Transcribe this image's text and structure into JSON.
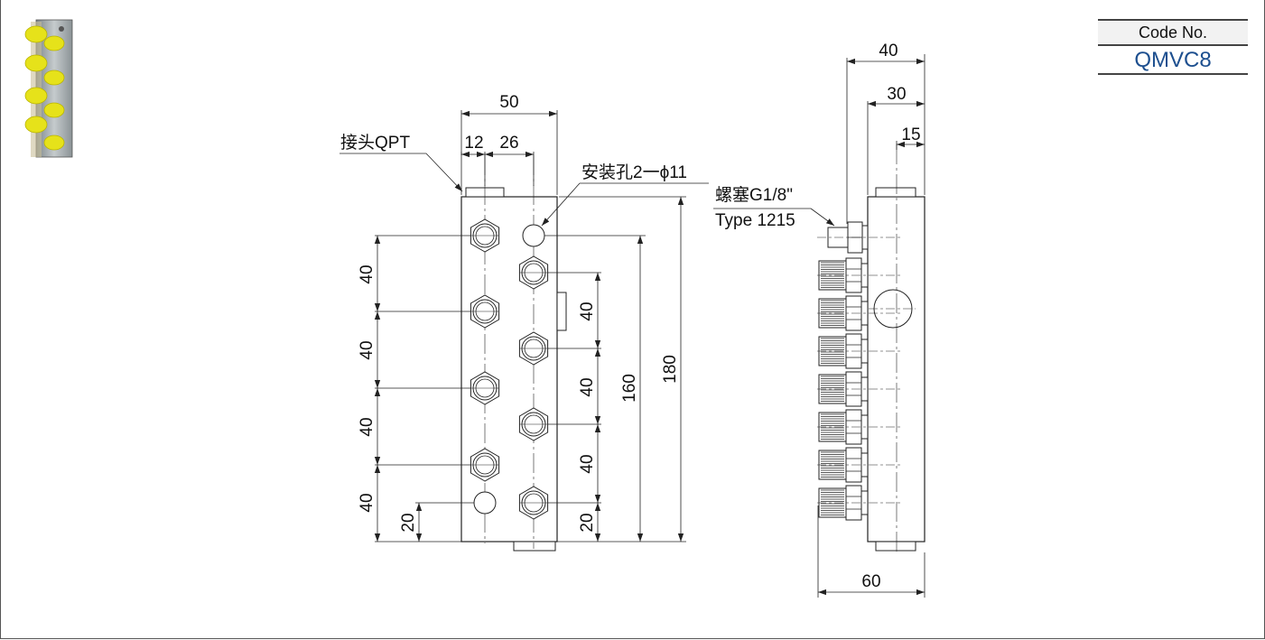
{
  "code_box": {
    "label": "Code No.",
    "value": "QMVC8"
  },
  "front_view": {
    "dim_width": "50",
    "dim_left_offset": "12",
    "dim_right_offset": "26",
    "dim_pitch_left": [
      "40",
      "40",
      "40",
      "40"
    ],
    "dim_pitch_right": [
      "40",
      "40",
      "40"
    ],
    "dim_bottom_left": "20",
    "dim_bottom_right": "20",
    "dim_height_inner": "160",
    "dim_height_total": "180",
    "callout_fitting": "接头QPT",
    "callout_mount_hole": "安装孔2一ϕ11"
  },
  "side_view": {
    "dim_top_40": "40",
    "dim_top_30": "30",
    "dim_top_15": "15",
    "dim_bottom_60": "60",
    "callout_plug_line1": "螺塞G1/8\"",
    "callout_plug_line2": "Type 1215"
  },
  "colors": {
    "line": "#222222",
    "accent": "#1d4f8f",
    "photo_yellow": "#e6e21a",
    "photo_metal": "#9aa3a6"
  }
}
